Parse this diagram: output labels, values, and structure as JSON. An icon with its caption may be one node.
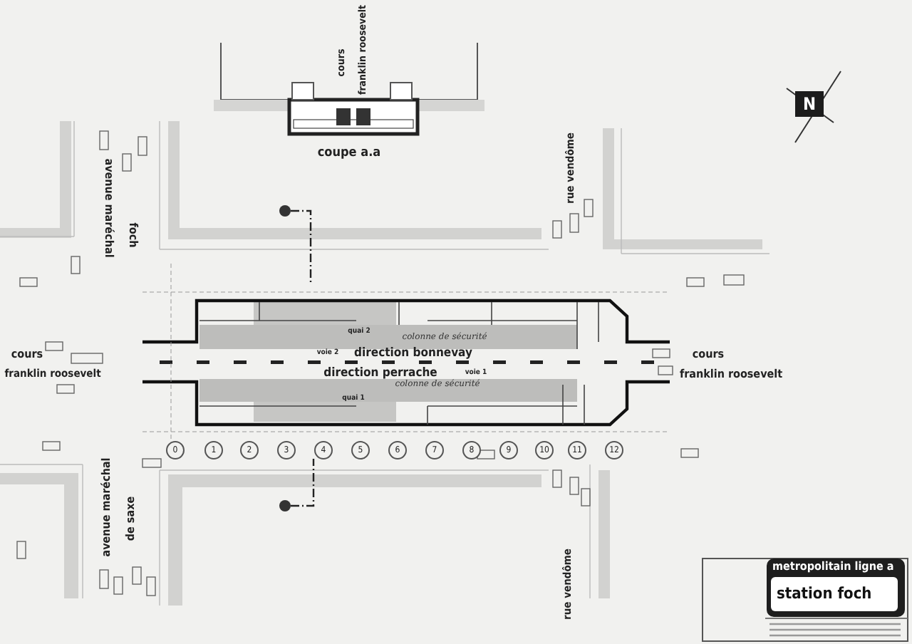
{
  "diagram": {
    "nodes": [
      {
        "text": [
          "metropolitain ligne a"
        ]
      },
      {
        "text": [
          "station foch"
        ],
        "in": 0
      }
    ],
    "labels": [
      "cours",
      "franklin roosevelt",
      "coupe a.a",
      "avenue maréchal",
      "foch",
      "rue vendôme",
      "cours",
      "franklin roosevelt",
      "quai 2",
      "colonne de sécurité",
      "voie 2",
      "direction bonnevay",
      "direction perrache",
      "voie 1",
      "cours",
      "franklin roosevelt",
      "quai 1",
      "colonne de sécurité",
      "0",
      "1",
      "2",
      "3",
      "4",
      "5",
      "6",
      "7",
      "8",
      "9",
      "10",
      "11",
      "12",
      "avenue maréchal",
      "de saxe",
      "rue vendôme",
      "N"
    ]
  }
}
